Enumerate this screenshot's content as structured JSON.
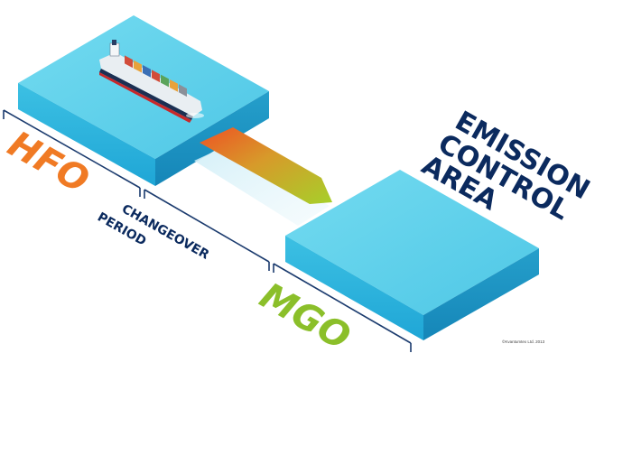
{
  "labels": {
    "hfo": "HFO",
    "changeover_line1": "CHANGEOVER",
    "changeover_line2": "PERIOD",
    "mgo": "MGO",
    "eca_line1": "EMISSION",
    "eca_line2": "CONTROL",
    "eca_line3": "AREA",
    "copyright": "©Kvantumtex Ltd. 2013"
  },
  "colors": {
    "water_top": "#5fd0ea",
    "water_front": "#33b8de",
    "water_side": "#1e9cc7",
    "navy": "#0b2a5e",
    "hfo_orange": "#f07a24",
    "mgo_green": "#8bbf2a",
    "arrow_start": "#ee5a24",
    "arrow_end": "#9fcc2a"
  }
}
